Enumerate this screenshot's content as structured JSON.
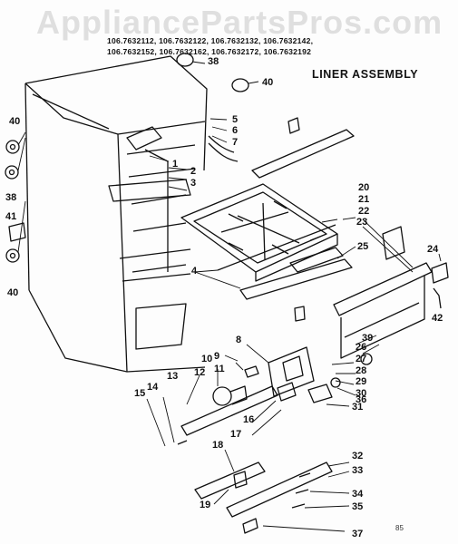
{
  "watermark": "AppliancePartsPros.com",
  "models": {
    "line1": "106.7632112, 106.7632122, 106.7632132, 106.7632142,",
    "line2": "106.7632152, 106.7632162, 106.7632172, 106.7632192"
  },
  "title": "LINER ASSEMBLY",
  "page_code": "85",
  "callouts": [
    "1",
    "2",
    "3",
    "4",
    "5",
    "6",
    "7",
    "8",
    "9",
    "10",
    "11",
    "12",
    "13",
    "14",
    "15",
    "16",
    "17",
    "18",
    "19",
    "20",
    "21",
    "22",
    "23",
    "24",
    "25",
    "26",
    "27",
    "28",
    "29",
    "30",
    "31",
    "32",
    "33",
    "34",
    "35",
    "36",
    "37",
    "38",
    "38",
    "39",
    "40",
    "40",
    "40",
    "41",
    "42"
  ],
  "colors": {
    "ink": "#111111",
    "paper": "#fdfdfd",
    "watermark": "#bdbdbd"
  }
}
